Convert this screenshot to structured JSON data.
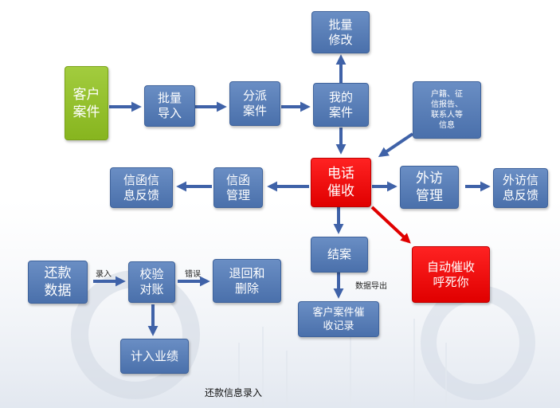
{
  "nodes": {
    "customer_case": "客户\n案件",
    "batch_import": "批量\n导入",
    "dispatch_case": "分派\n案件",
    "my_cases": "我的\n案件",
    "batch_modify": "批量\n修改",
    "household_info": "户籍、征\n信报告、\n联系人等\n信息",
    "phone_collection": "电话\n催收",
    "letter_management": "信函\n管理",
    "letter_feedback": "信函信\n息反馈",
    "visit_management": "外访\n管理",
    "visit_feedback": "外访信\n息反馈",
    "close_case": "结案",
    "auto_collection": "自动催收\n呼死你",
    "collection_record": "客户案件催\n收记录",
    "repayment_data": "还款\n数据",
    "verify_reconcile": "校验\n对账",
    "return_delete": "退回和\n删除",
    "performance": "计入业绩"
  },
  "edge_labels": {
    "entry": "录入",
    "error": "错误",
    "data_export": "数据导出"
  },
  "caption": "还款信息录入",
  "colors": {
    "blue_node": "#4a70ab",
    "green_node": "#87b51f",
    "red_node": "#e00000",
    "arrow_blue": "#3f62a8",
    "arrow_red": "#e00000"
  }
}
